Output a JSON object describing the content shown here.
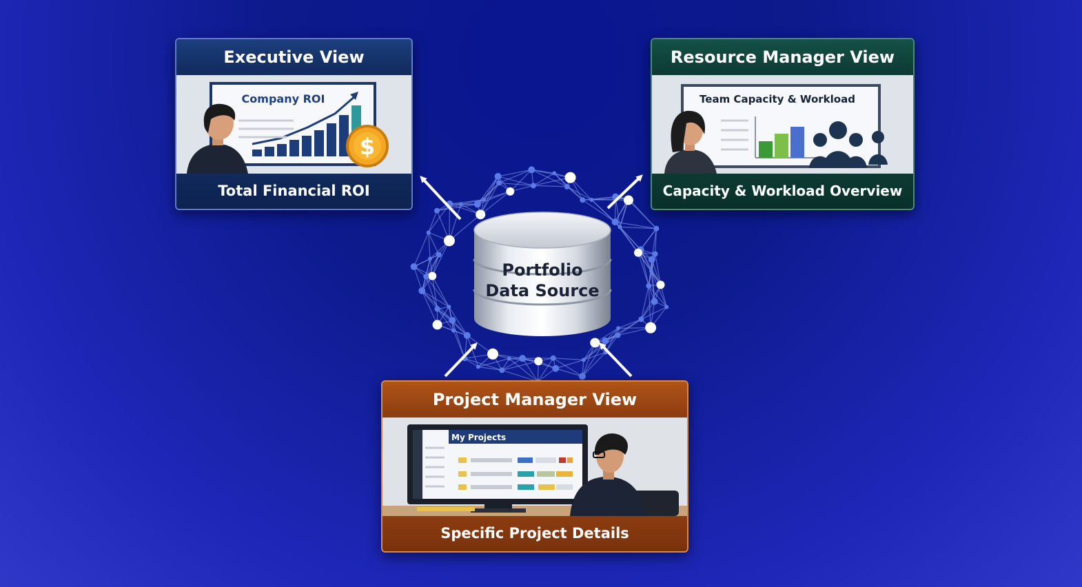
{
  "center": {
    "line1": "Portfolio",
    "line2": "Data Source"
  },
  "executive": {
    "title": "Executive View",
    "screen_label": "Company ROI",
    "footer": "Total Financial ROI",
    "coin_symbol": "$"
  },
  "resource": {
    "title": "Resource Manager View",
    "screen_label": "Team Capacity & Workload",
    "footer": "Capacity & Workload Overview"
  },
  "project": {
    "title": "Project Manager View",
    "screen_label": "My Projects",
    "footer": "Specific Project Details"
  },
  "colors": {
    "executive": "#14336e",
    "resource": "#0f3f38",
    "project": "#8a3a10",
    "arrow": "#ffffff",
    "network_node": "#5a7ae8"
  },
  "icons": [
    "arrow-icon",
    "database-icon",
    "network-graph",
    "dollar-coin-icon",
    "person-icon",
    "team-icon",
    "monitor-icon",
    "bar-chart-icon"
  ]
}
